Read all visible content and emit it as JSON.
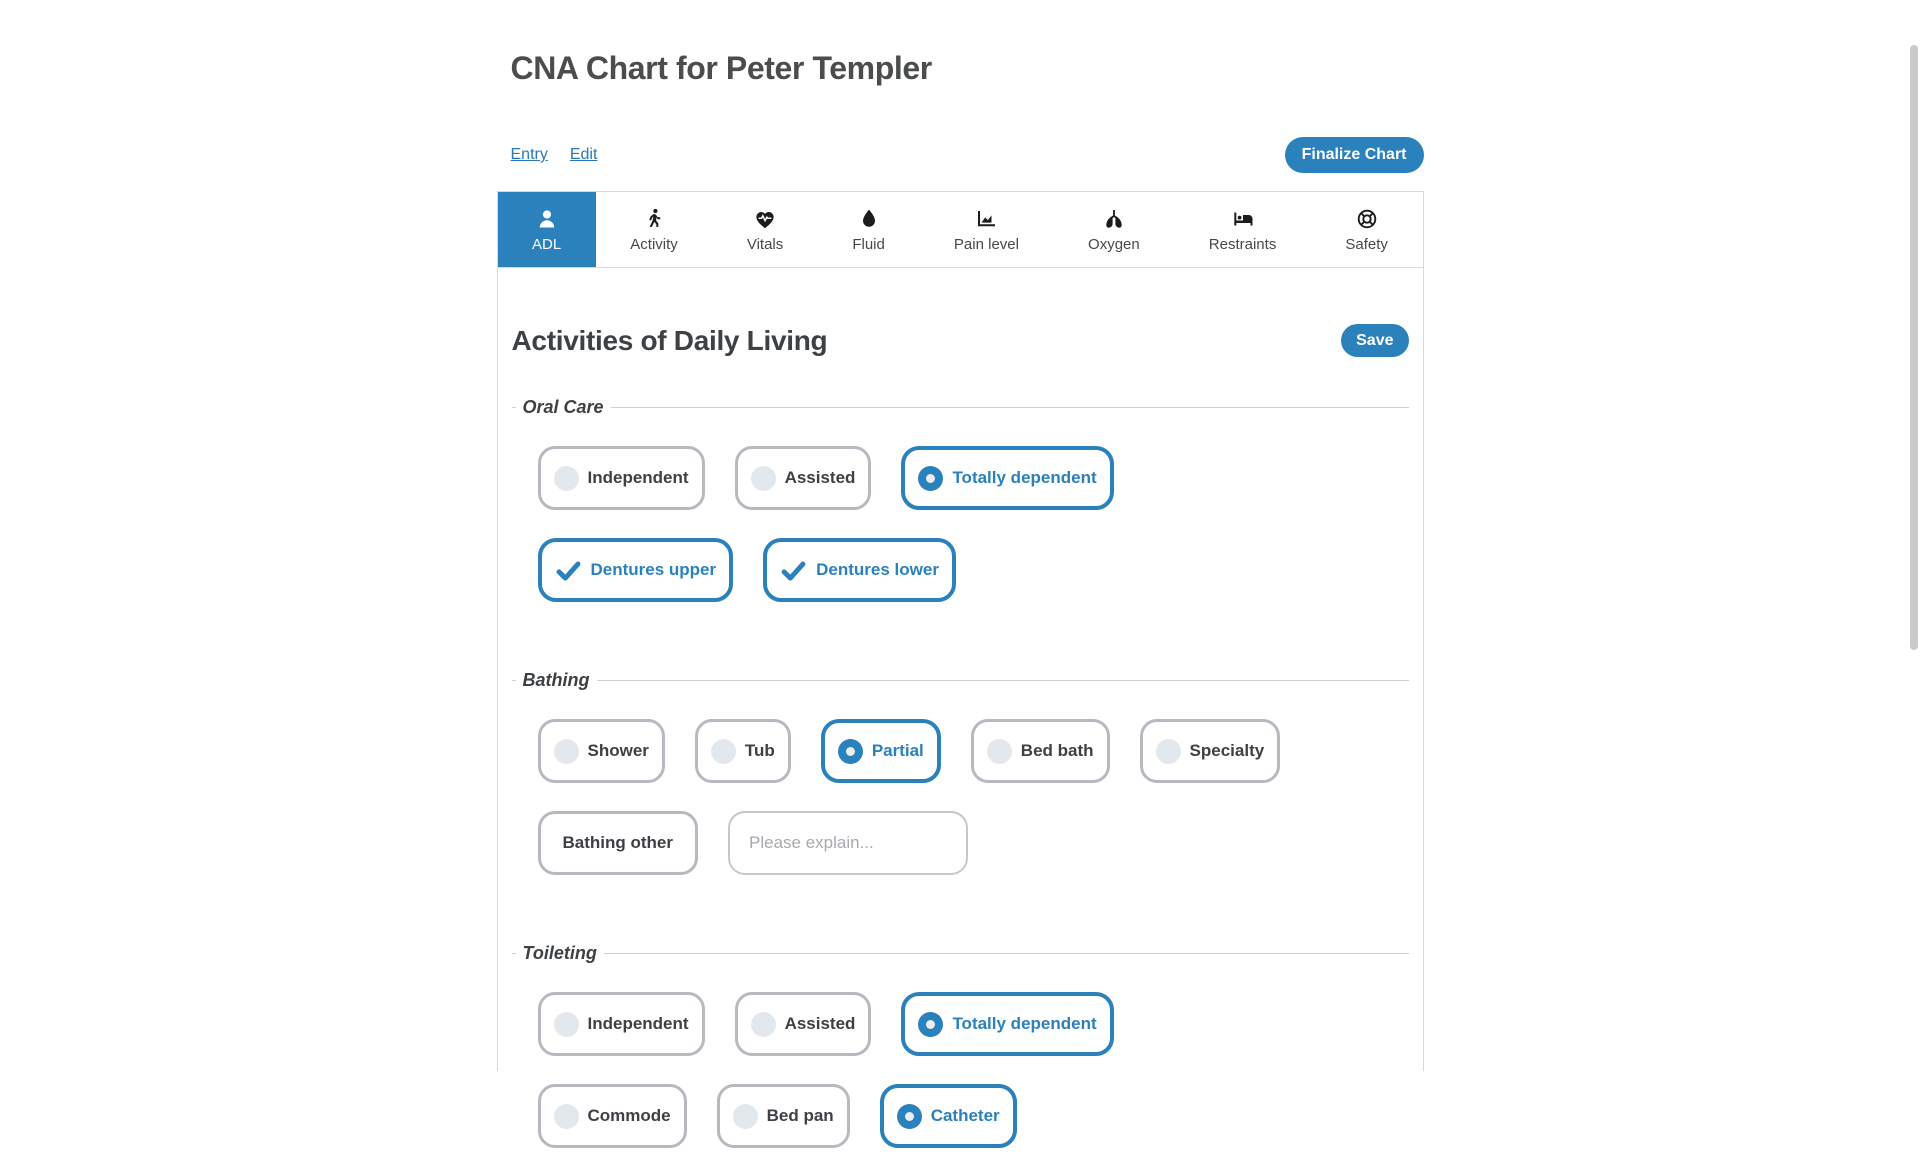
{
  "colors": {
    "accent_blue": "#2a81bc",
    "link_blue": "#2878b8",
    "selected_text_blue": "#2a81bc",
    "unselected_circle": "#e2e8ee",
    "unselected_border": "#b6bac0"
  },
  "header": {
    "title": "CNA Chart for Peter Templer",
    "links": [
      {
        "label": "Entry"
      },
      {
        "label": "Edit"
      }
    ],
    "finalize_button": "Finalize Chart"
  },
  "tabs": [
    {
      "label": "ADL",
      "icon": "person-icon",
      "active": true
    },
    {
      "label": "Activity",
      "icon": "walking-icon",
      "active": false
    },
    {
      "label": "Vitals",
      "icon": "heart-pulse-icon",
      "active": false
    },
    {
      "label": "Fluid",
      "icon": "droplet-icon",
      "active": false
    },
    {
      "label": "Pain level",
      "icon": "chart-area-icon",
      "active": false
    },
    {
      "label": "Oxygen",
      "icon": "lungs-icon",
      "active": false
    },
    {
      "label": "Restraints",
      "icon": "bed-icon",
      "active": false
    },
    {
      "label": "Safety",
      "icon": "life-ring-icon",
      "active": false
    }
  ],
  "panel": {
    "heading": "Activities of Daily Living",
    "save_button": "Save",
    "sections": [
      {
        "legend": "Oral Care",
        "rows": [
          {
            "items": [
              {
                "kind": "radio",
                "label": "Independent",
                "selected": false
              },
              {
                "kind": "radio",
                "label": "Assisted",
                "selected": false
              },
              {
                "kind": "radio",
                "label": "Totally dependent",
                "selected": true
              }
            ]
          },
          {
            "items": [
              {
                "kind": "checkbox",
                "label": "Dentures upper",
                "selected": true
              },
              {
                "kind": "checkbox",
                "label": "Dentures lower",
                "selected": true
              }
            ]
          }
        ]
      },
      {
        "legend": "Bathing",
        "rows": [
          {
            "items": [
              {
                "kind": "radio",
                "label": "Shower",
                "selected": false
              },
              {
                "kind": "radio",
                "label": "Tub",
                "selected": false
              },
              {
                "kind": "radio",
                "label": "Partial",
                "selected": true
              },
              {
                "kind": "radio",
                "label": "Bed bath",
                "selected": false
              },
              {
                "kind": "radio",
                "label": "Specialty",
                "selected": false
              }
            ]
          },
          {
            "items": [
              {
                "kind": "checkbox",
                "label": "Bathing other",
                "selected": false
              },
              {
                "kind": "input",
                "placeholder": "Please explain..."
              }
            ]
          }
        ]
      },
      {
        "legend": "Toileting",
        "rows": [
          {
            "items": [
              {
                "kind": "radio",
                "label": "Independent",
                "selected": false
              },
              {
                "kind": "radio",
                "label": "Assisted",
                "selected": false
              },
              {
                "kind": "radio",
                "label": "Totally dependent",
                "selected": true
              }
            ]
          },
          {
            "items": [
              {
                "kind": "radio",
                "label": "Commode",
                "selected": false
              },
              {
                "kind": "radio",
                "label": "Bed pan",
                "selected": false
              },
              {
                "kind": "radio",
                "label": "Catheter",
                "selected": true
              }
            ]
          }
        ]
      }
    ]
  }
}
